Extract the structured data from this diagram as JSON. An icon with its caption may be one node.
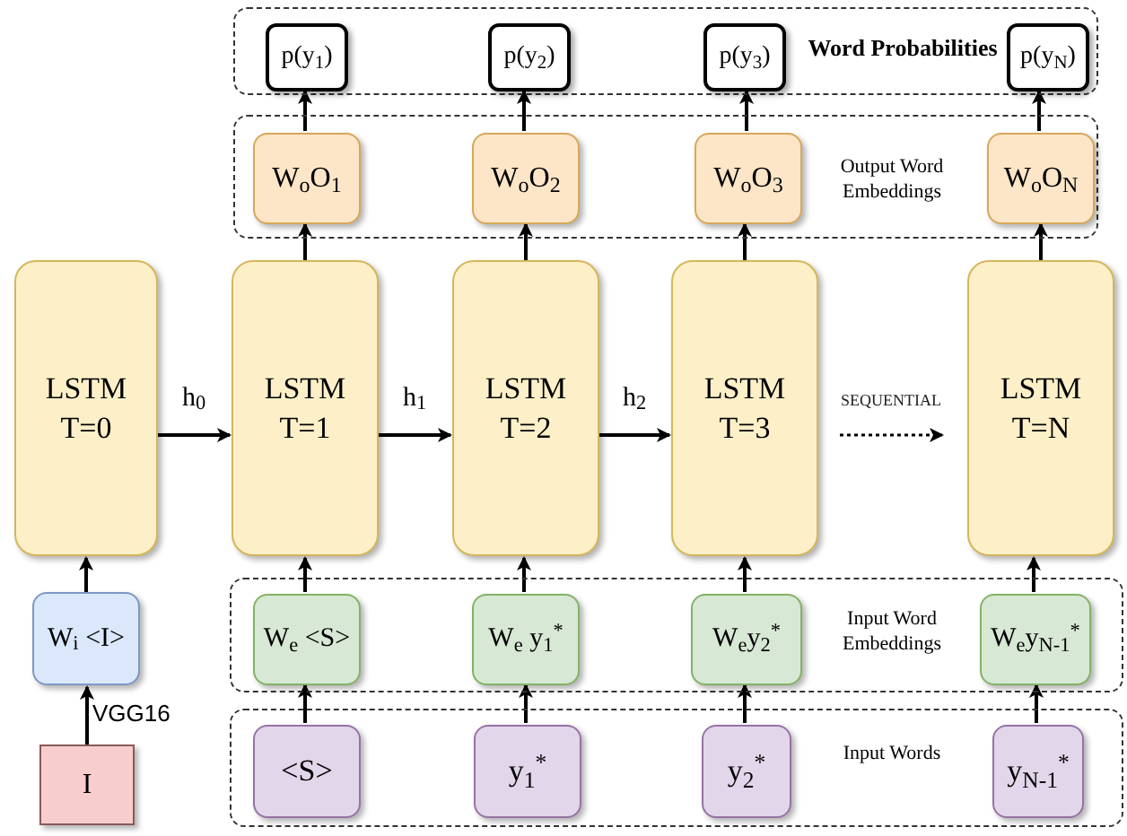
{
  "diagram": {
    "nodes": [
      {
        "text": [
          "Word Probabilities"
        ]
      },
      {
        "text": [
          "p(y$_{1}$)"
        ],
        "in": 0
      },
      {
        "text": [
          "p(y$_{2}$)"
        ],
        "in": 0
      },
      {
        "text": [
          "p(y$_{3}$)"
        ],
        "in": 0
      },
      {
        "text": [
          "p(y$_{N}$)"
        ],
        "in": 0
      },
      {
        "text": [
          "Output Word Embeddings"
        ]
      },
      {
        "text": [
          "W$_{o}$O$_{1}$"
        ],
        "in": 5
      },
      {
        "text": [
          "W$_{o}$O$_{2}$"
        ],
        "in": 5
      },
      {
        "text": [
          "W$_{o}$O$_{3}$"
        ],
        "in": 5
      },
      {
        "text": [
          "W$_{o}$O$_{N}$"
        ],
        "in": 5
      },
      {
        "text": [
          "LSTM T=0"
        ]
      },
      {
        "text": [
          "LSTM T=1"
        ]
      },
      {
        "text": [
          "LSTM T=2"
        ]
      },
      {
        "text": [
          "LSTM T=3"
        ]
      },
      {
        "text": [
          "LSTM T=N"
        ]
      },
      {
        "text": [
          "W$_{i}$ <I>"
        ]
      },
      {
        "text": [
          "I"
        ]
      },
      {
        "text": [
          "Input Word Embeddings"
        ]
      },
      {
        "text": [
          "W$_{e}$ <S>"
        ],
        "in": 17
      },
      {
        "text": [
          "W$_{e}$ y$_{1}$$^{*}$"
        ],
        "in": 17
      },
      {
        "text": [
          "W$_{e}$y$_{2}$$^{*}$"
        ],
        "in": 17
      },
      {
        "text": [
          "W$_{e}$y$_{N-1}$$^{*}$"
        ],
        "in": 17
      },
      {
        "text": [
          "Input Words"
        ]
      },
      {
        "text": [
          "<S>"
        ],
        "in": 22
      },
      {
        "text": [
          "y$_{1}$$^{*}$"
        ],
        "in": 22
      },
      {
        "text": [
          "y$_{2}$$^{*}$"
        ],
        "in": 22
      },
      {
        "text": [
          "y$_{N-1}$$^{*}$"
        ],
        "in": 22
      }
    ],
    "edges": [
      {
        "from": 6,
        "to": 1,
        "arrow": "to"
      },
      {
        "from": 7,
        "to": 2,
        "arrow": "to"
      },
      {
        "from": 8,
        "to": 3,
        "arrow": "to"
      },
      {
        "from": 9,
        "to": 4,
        "arrow": "to"
      },
      {
        "from": 11,
        "to": 6,
        "arrow": "to"
      },
      {
        "from": 12,
        "to": 7,
        "arrow": "to"
      },
      {
        "from": 13,
        "to": 8,
        "arrow": "to"
      },
      {
        "from": 14,
        "to": 9,
        "arrow": "to"
      },
      {
        "from": 10,
        "to": 11,
        "arrow": "to",
        "label": "h$_{0}$"
      },
      {
        "from": 11,
        "to": 12,
        "arrow": "to",
        "label": "h$_{1}$"
      },
      {
        "from": 12,
        "to": 13,
        "arrow": "to",
        "label": "h$_{2}$"
      },
      {
        "from": 13,
        "to": 14,
        "arrow": "to",
        "label": "SEQUENTIAL",
        "style": "dashed"
      },
      {
        "from": 15,
        "to": 10,
        "arrow": "to"
      },
      {
        "from": 16,
        "to": 15,
        "arrow": "to",
        "label": "VGG16"
      },
      {
        "from": 18,
        "to": 11,
        "arrow": "to"
      },
      {
        "from": 19,
        "to": 12,
        "arrow": "to"
      },
      {
        "from": 20,
        "to": 13,
        "arrow": "to"
      },
      {
        "from": 21,
        "to": 14,
        "arrow": "to"
      },
      {
        "from": 23,
        "to": 18,
        "arrow": "to"
      },
      {
        "from": 24,
        "to": 19,
        "arrow": "to"
      },
      {
        "from": 25,
        "to": 20,
        "arrow": "to"
      },
      {
        "from": 26,
        "to": 21,
        "arrow": "to"
      }
    ]
  }
}
